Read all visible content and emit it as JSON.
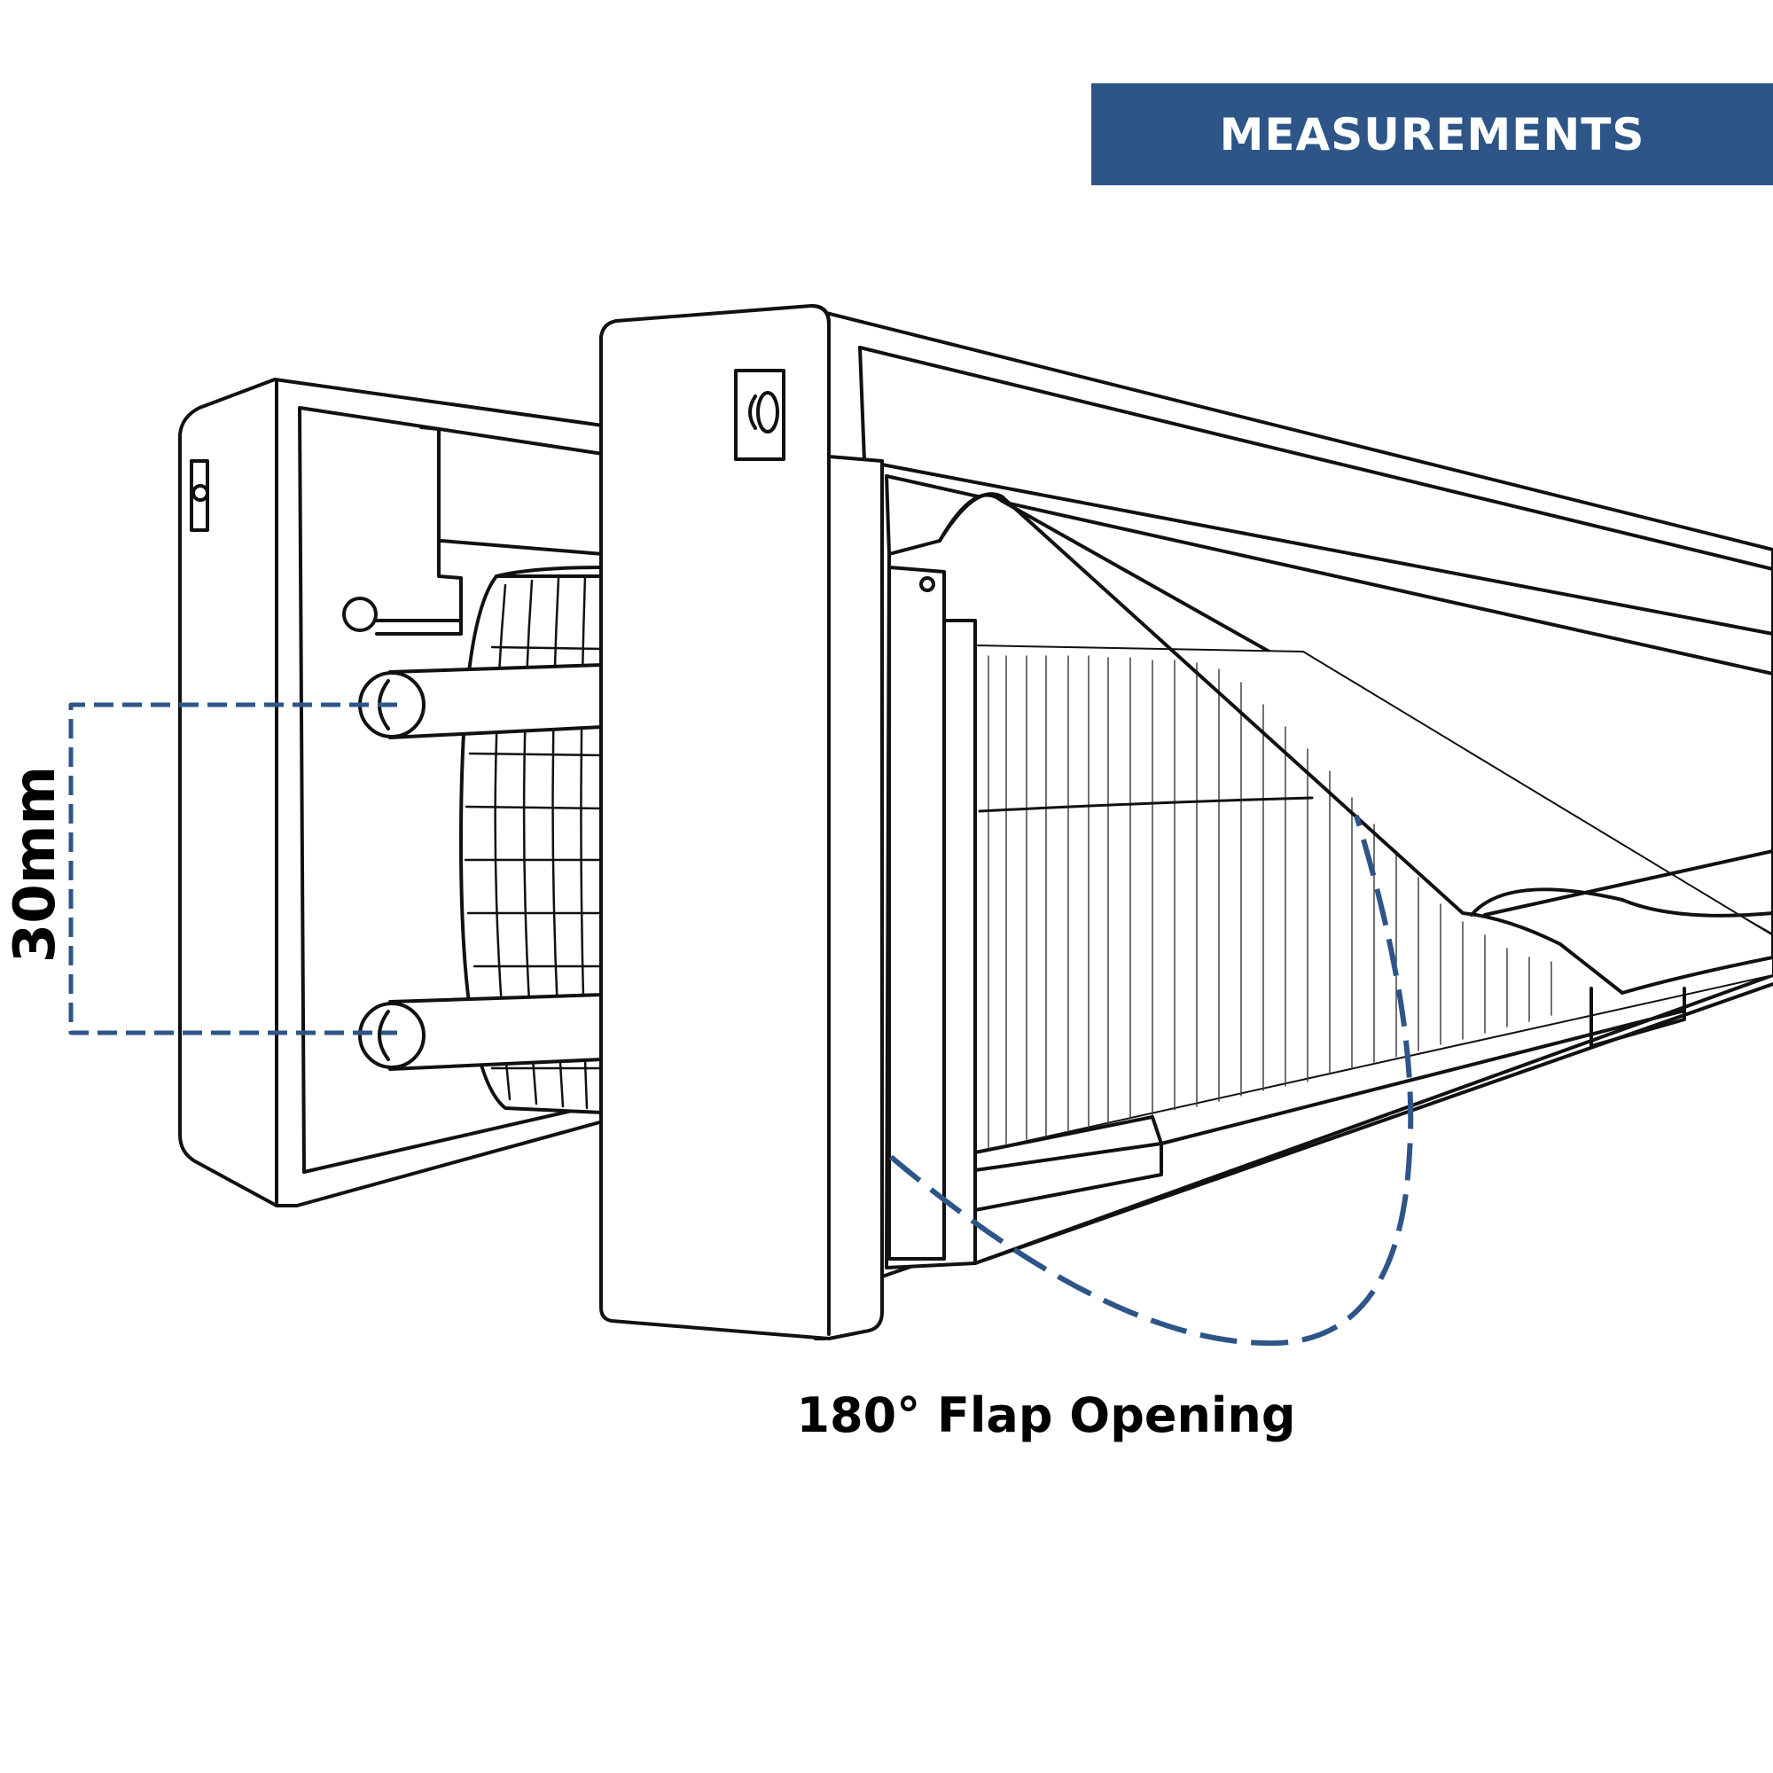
{
  "banner": {
    "label": "MEASUREMENTS",
    "color": "#2d5588"
  },
  "dimension": {
    "label": "30mm"
  },
  "flap": {
    "label": "180° Flap Opening"
  },
  "icons": [
    "letter-plate-illustration"
  ]
}
